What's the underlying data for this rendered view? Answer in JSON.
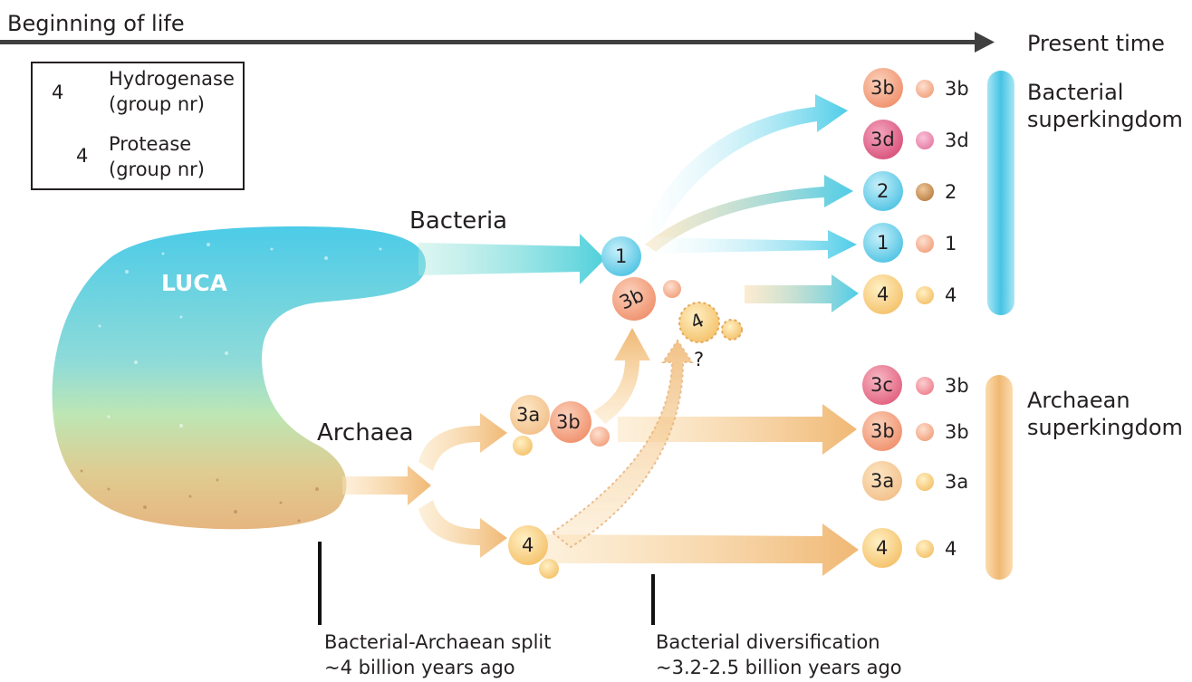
{
  "timeline": {
    "start_label": "Beginning of life",
    "end_label": "Present time"
  },
  "legend": {
    "hydrogenase_symbol": "4",
    "hydrogenase_label_line1": "Hydrogenase",
    "hydrogenase_label_line2": "(group nr)",
    "protease_symbol": "4",
    "protease_label_line1": "Protease",
    "protease_label_line2": "(group nr)"
  },
  "luca": {
    "label": "LUCA"
  },
  "branches": {
    "bacteria": "Bacteria",
    "archaea": "Archaea"
  },
  "nodes": {
    "bacterial_root": "1",
    "bacterial_3b": "3b",
    "bacterial_4_uncertain": "4",
    "uncertain_mark": "?",
    "archaeal_3a": "3a",
    "archaeal_3b": "3b",
    "archaeal_4": "4"
  },
  "bacterial_outcomes": [
    {
      "hydrogenase": "3b",
      "protease": "3b",
      "hyd_color": "#f4a080",
      "pro_color": "#f6b092"
    },
    {
      "hydrogenase": "3d",
      "protease": "3d",
      "hyd_color": "#e7708e",
      "pro_color": "#ee9ab6"
    },
    {
      "hydrogenase": "2",
      "protease": "2",
      "hyd_color": "#4fc7e4",
      "pro_color": "#c99158"
    },
    {
      "hydrogenase": "1",
      "protease": "1",
      "hyd_color": "#79d3ec",
      "pro_color": "#f6b092"
    },
    {
      "hydrogenase": "4",
      "protease": "4",
      "hyd_color": "#f7c873",
      "pro_color": "#f8cf74"
    }
  ],
  "archaeal_outcomes": [
    {
      "hydrogenase": "3c",
      "protease": "3b",
      "hyd_color": "#e97c93",
      "pro_color": "#f29aa6"
    },
    {
      "hydrogenase": "3b",
      "protease": "3b",
      "hyd_color": "#f4a080",
      "pro_color": "#f6b092"
    },
    {
      "hydrogenase": "3a",
      "protease": "3a",
      "hyd_color": "#f6cb94",
      "pro_color": "#f8d390"
    },
    {
      "hydrogenase": "4",
      "protease": "4",
      "hyd_color": "#f7c873",
      "pro_color": "#f8cf74"
    }
  ],
  "superkingdoms": {
    "bacterial_line1": "Bacterial",
    "bacterial_line2": "superkingdom",
    "archaean_line1": "Archaean",
    "archaean_line2": "superkingdom"
  },
  "events": {
    "split_line1": "Bacterial-Archaean split",
    "split_line2": "~4 billion years ago",
    "diversification_line1": "Bacterial diversification",
    "diversification_line2": "~3.2-2.5 billion years ago"
  },
  "colors": {
    "bacteria_blue": "#55c8e3",
    "archaea_tan": "#f2c07e",
    "protease_yellow": "#f8cf74",
    "pink": "#f4a080"
  }
}
